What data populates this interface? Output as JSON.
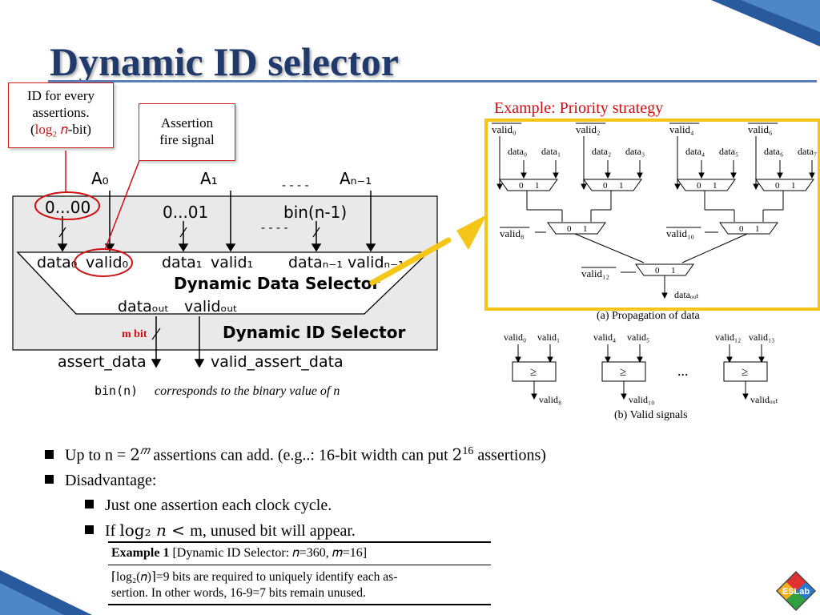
{
  "slide": {
    "title": "Dynamic ID selector",
    "callout_id": {
      "line1": "ID for every",
      "line2": "assertions.",
      "line3_open": "(",
      "line3_red": "log₂ 𝑛",
      "line3_close": "-bit)"
    },
    "callout_fire": {
      "line1": "Assertion",
      "line2": "fire signal"
    },
    "example_title": "Example: Priority strategy",
    "m_bit": "m bit",
    "colors": {
      "title": "#1f3a6b",
      "accent_red": "#d01010",
      "highlight_yellow": "#f5c518",
      "block_gray": "#e9e9e9"
    }
  },
  "left_diagram": {
    "a0": "A₀",
    "a1": "A₁",
    "an1": "Aₙ₋₁",
    "dots": "- - - -",
    "id0": "0...00",
    "id1": "0...01",
    "idn": "bin(n-1)",
    "data0": "data₀",
    "valid0": "valid₀",
    "data1": "data₁",
    "valid1": "valid₁",
    "datan": "dataₙ₋₁",
    "validn": "validₙ₋₁",
    "data_selector": "Dynamic Data Selector",
    "data_out": "dataₒᵤₜ",
    "valid_out": "validₒᵤₜ",
    "id_selector": "Dynamic ID Selector",
    "assert_data": "assert_data",
    "valid_assert_data": "valid_assert_data",
    "note_code": "bin(n)",
    "note_text": "corresponds to the binary value of n"
  },
  "right_diagram": {
    "valid_top": [
      "valid₀",
      "valid₂",
      "valid₄",
      "valid₆"
    ],
    "data_pairs": [
      [
        "data₀",
        "data₁"
      ],
      [
        "data₂",
        "data₃"
      ],
      [
        "data₄",
        "data₅"
      ],
      [
        "data₆",
        "data₇"
      ]
    ],
    "mux_zero": "0",
    "mux_one": "1",
    "valid8": "valid₈",
    "valid10": "valid₁₀",
    "valid12": "valid₁₂",
    "data_out": "dataₒᵤₜ",
    "caption_a": "(a) Propagation of data",
    "valid_pairs": [
      [
        "valid₀",
        "valid₁"
      ],
      [
        "valid₄",
        "valid₅"
      ],
      [
        "valid₁₂",
        "valid₁₃"
      ]
    ],
    "ge": "≥",
    "ellipsis": "...",
    "valid_outputs": [
      "valid₈",
      "valid₁₀",
      "validₒᵤₜ"
    ],
    "caption_b": "(b) Valid signals"
  },
  "bullets": {
    "b1_a": "Up to n = ",
    "b1_b": "2",
    "b1_c": "𝑚",
    "b1_d": " assertions can add. (e.g..: 16-bit width can put ",
    "b1_e": "2",
    "b1_f": "16",
    "b1_g": " assertions)",
    "b2": "Disadvantage:",
    "b3": "Just one assertion each clock cycle.",
    "b4_a": "If  ",
    "b4_b": "log₂ 𝑛 < ",
    "b4_c": "m, unused bit will appear."
  },
  "example_box": {
    "label": "Example 1",
    "bracket": "[Dynamic ID Selector: 𝑛=360, 𝑚=16]",
    "body_line1": "⌈log₂(𝑛)⌉=9 bits are required to uniquely identify each as-",
    "body_line2": "sertion. In other words, 16-9=7 bits remain unused."
  },
  "logo": {
    "text": "ESLab"
  }
}
